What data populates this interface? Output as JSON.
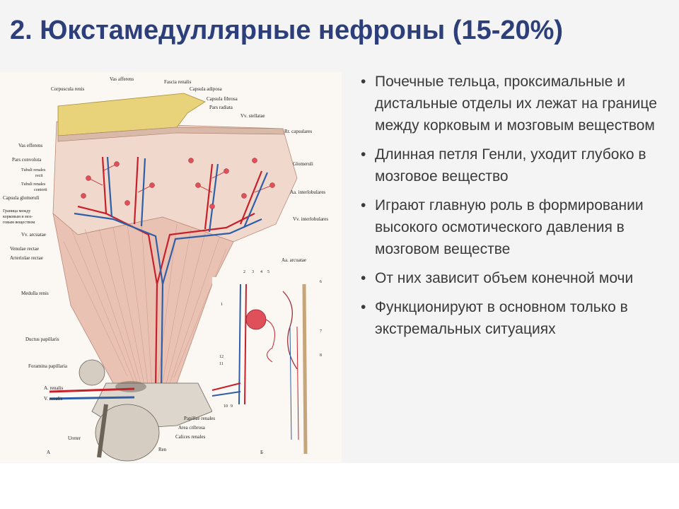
{
  "slide": {
    "title": "2. Юкстамедуллярные нефроны (15-20%)",
    "bullets": [
      "Почечные тельца, проксимальные и дистальные отделы их лежат на границе между корковым и мозговым веществом",
      "Длинная петля Генли, уходит глубоко в мозговое вещество",
      "Играют главную роль в формировании высокого осмотического давления в мозговом веществе",
      "От них зависит объем конечной мочи",
      "Функционируют в основном только в экстремальных ситуациях"
    ],
    "bullet_marker": "•"
  },
  "figure": {
    "labels_left": {
      "corpuscula_renis": "Corpuscula renis",
      "vas_afferens": "Vas afferens",
      "fascia_renalis": "Fascia renalis",
      "vas_efferens": "Vas efferens",
      "pars_convoluta": "Pars convoluta",
      "tubuli_recti_1": "Tubuli renales",
      "tubuli_recti_2": "recti",
      "tubuli_contorti_1": "Tubuli renales",
      "tubuli_contorti_2": "contorti",
      "capsula_glomeruli": "Capsula glomeruli",
      "granitsa_1": "Граница между",
      "granitsa_2": "корковым и моз-",
      "granitsa_3": "говым веществом",
      "vv_arcuatae": "Vv. arcuatae",
      "venulae_rectae": "Venulae rectae",
      "arteriolae_rectae": "Arteriolae rectae",
      "medulla_renis": "Medulla renis",
      "ductus_papillaris": "Ductus papillaris",
      "foramina_papillaria": "Foramina papillaria",
      "a_renalis": "A. renalis",
      "v_renalis": "V. renalis",
      "ureter": "Ureter",
      "letter_a": "А"
    },
    "labels_right": {
      "capsula_adiposa": "Capsula adiposa",
      "capsula_fibrosa": "Capsula fibrosa",
      "pars_radiata": "Pars radiata",
      "vv_stellatae": "Vv. stellatae",
      "rr_capsulares": "Rr. capsulares",
      "glomeruli": "Glomeruli",
      "aa_interlobulares": "Aa. interlobulares",
      "vv_interlobulares": "Vv. interlobulares",
      "aa_arcuatae": "Aa. arcuatae",
      "papillae_renales": "Papillae renales",
      "area_cribrosa": "Area cribrosa",
      "calices_renales": "Calices renales",
      "ren": "Ren",
      "letter_b": "Б"
    },
    "inset_numbers": [
      "2",
      "3",
      "4",
      "5",
      "6",
      "1",
      "7",
      "8",
      "12",
      "11",
      "10",
      "9"
    ],
    "colors": {
      "artery": "#c8202a",
      "vein": "#2d5fa8",
      "capsule": "#e8d27a",
      "medulla": "#eac2b4",
      "cortex": "#f1d8cc"
    }
  }
}
